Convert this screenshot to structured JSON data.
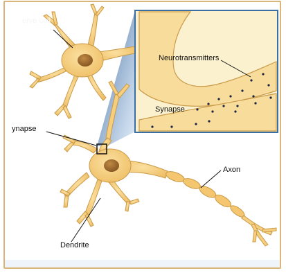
{
  "labels": {
    "nerve_cell": "erve cell",
    "neurotransmitters": "Neurotransmitters",
    "synapse_zoom": "Synapse",
    "synapse_main": "ynapse",
    "axon": "Axon",
    "dendrite": "Dendrite"
  },
  "colors": {
    "frame_border": "#d9b57a",
    "neuron_fill": "#f6cf7e",
    "neuron_stroke": "#c99a48",
    "nucleus": "#a2702e",
    "zoom_panel": "#fbf1cf",
    "callout_blue": "#5a86b8",
    "vesicle_dot": "#1c2340"
  }
}
